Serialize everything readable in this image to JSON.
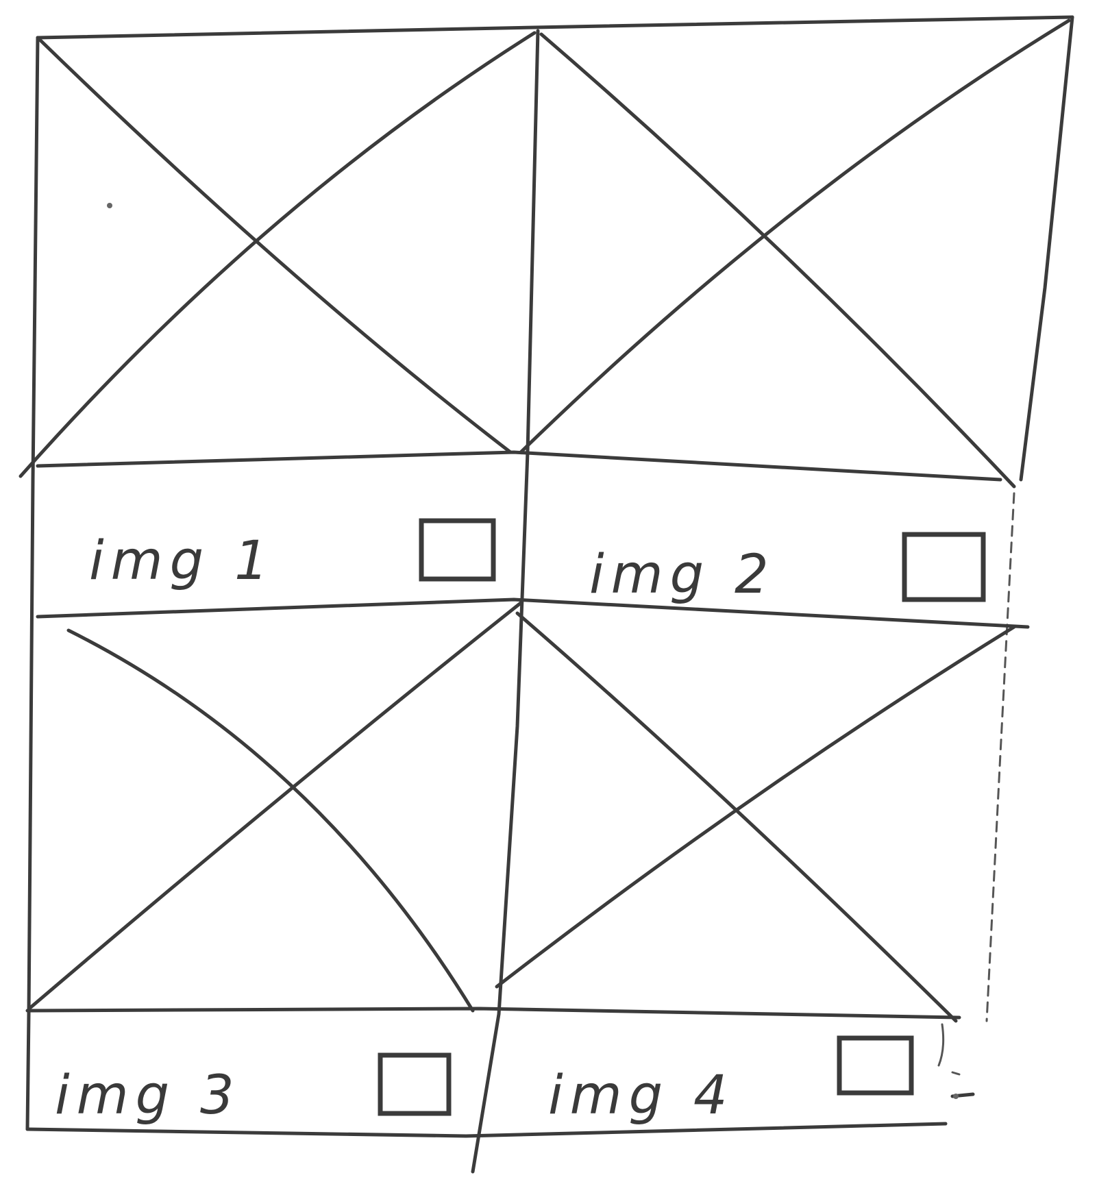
{
  "gallery": {
    "items": [
      {
        "caption": "img 1"
      },
      {
        "caption": "img 2"
      },
      {
        "caption": "img 3"
      },
      {
        "caption": "img 4"
      }
    ]
  }
}
